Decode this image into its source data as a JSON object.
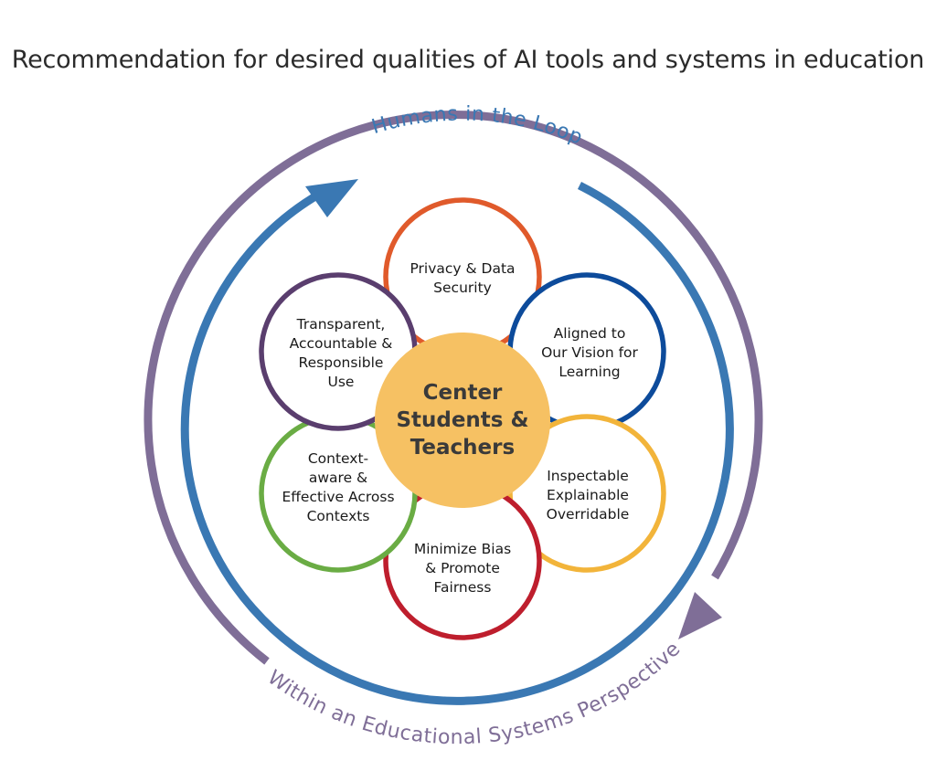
{
  "title": "Recommendation for desired qualities of AI tools and systems in education",
  "outer_ring": {
    "label": "Within an Educational Systems Perspective",
    "color": "#7f6e97"
  },
  "inner_ring": {
    "label": "Humans in the Loop",
    "color": "#3a78b3"
  },
  "center": {
    "label": "Center\nStudents &\nTeachers",
    "color": "#f6c163"
  },
  "petals": [
    {
      "label": "Privacy & Data\nSecurity",
      "color": "#e05a2b"
    },
    {
      "label": "Aligned to\nOur Vision for\nLearning",
      "color": "#0d4b9b"
    },
    {
      "label": "Inspectable\nExplainable\nOverridable",
      "color": "#f2b43a"
    },
    {
      "label": "Minimize Bias\n& Promote\nFairness",
      "color": "#be1e2d"
    },
    {
      "label": "Context-\naware &\nEffective Across\nContexts",
      "color": "#6aac44"
    },
    {
      "label": "Transparent,\nAccountable &\nResponsible\nUse",
      "color": "#5a3e6e"
    }
  ]
}
